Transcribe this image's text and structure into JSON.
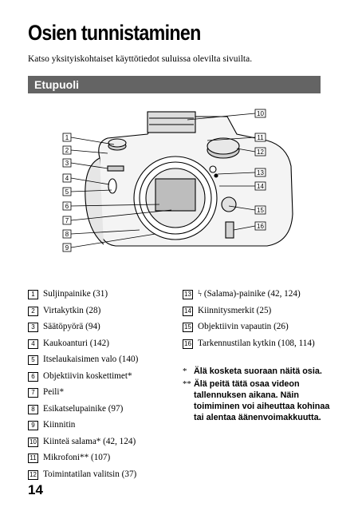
{
  "title": "Osien tunnistaminen",
  "intro": "Katso yksityiskohtaiset käyttötiedot suluissa olevilta sivuilta.",
  "section": "Etupuoli",
  "callouts": [
    "1",
    "2",
    "3",
    "4",
    "5",
    "6",
    "7",
    "8",
    "9",
    "10",
    "11",
    "12",
    "13",
    "14",
    "15",
    "16"
  ],
  "left_items": [
    {
      "num": "1",
      "text": "Suljinpainike (31)"
    },
    {
      "num": "2",
      "text": "Virtakytkin (28)"
    },
    {
      "num": "3",
      "text": "Säätöpyörä (94)"
    },
    {
      "num": "4",
      "text": "Kaukoanturi (142)"
    },
    {
      "num": "5",
      "text": "Itselaukaisimen valo (140)"
    },
    {
      "num": "6",
      "text": "Objektiivin koskettimet*"
    },
    {
      "num": "7",
      "text": "Peili*"
    },
    {
      "num": "8",
      "text": "Esikatselupainike (97)"
    },
    {
      "num": "9",
      "text": "Kiinnitin"
    },
    {
      "num": "10",
      "text": "Kiinteä salama* (42, 124)"
    },
    {
      "num": "11",
      "text": "Mikrofoni** (107)"
    },
    {
      "num": "12",
      "text": "Toimintatilan valitsin (37)"
    }
  ],
  "right_items": [
    {
      "num": "13",
      "text": "ϟ (Salama)-painike (42, 124)"
    },
    {
      "num": "14",
      "text": "Kiinnitysmerkit (25)"
    },
    {
      "num": "15",
      "text": "Objektiivin vapautin (26)"
    },
    {
      "num": "16",
      "text": "Tarkennustilan kytkin (108, 114)"
    }
  ],
  "notes": [
    {
      "mark": "*",
      "text": "Älä kosketa suoraan näitä osia."
    },
    {
      "mark": "**",
      "text": "Älä peitä tätä osaa videon tallennuksen aikana. Näin toimiminen voi aiheuttaa kohinaa tai alentaa äänenvoimakkuutta."
    }
  ],
  "page_number": "14"
}
